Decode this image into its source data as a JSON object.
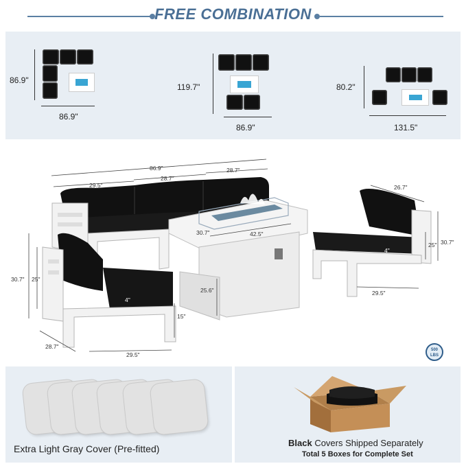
{
  "header": {
    "title": "FREE COMBINATION"
  },
  "combos": [
    {
      "height": "86.9\"",
      "width": "86.9\""
    },
    {
      "height": "119.7\"",
      "width": "86.9\""
    },
    {
      "height": "80.2\"",
      "width": "131.5\""
    }
  ],
  "dimensions": {
    "sofa_total_width": "86.9\"",
    "sofa_left": "29.5\"",
    "sofa_mid": "28.7\"",
    "sofa_right": "28.7\"",
    "chair_side_depth": "26.7\"",
    "chair_width": "29.5\"",
    "chair_height": "30.7\"",
    "chair_seat_height": "25\"",
    "cushion_thickness": "4\"",
    "table_width": "42.5\"",
    "table_depth": "30.7\"",
    "table_height": "25.6\"",
    "left_height": "30.7\"",
    "left_seat_height": "25\"",
    "left_depth": "28.7\"",
    "left_width": "29.5\"",
    "seat_clearance": "15\""
  },
  "badge": {
    "line1": "500",
    "line2": "LBS"
  },
  "bottom_left": {
    "caption": "Extra Light Gray Cover (Pre-fitted)"
  },
  "bottom_right": {
    "caption_bold": "Black",
    "caption_rest": " Covers Shipped Separately",
    "caption_line2": "Total 5 Boxes for Complete Set"
  },
  "colors": {
    "accent": "#4a6f95",
    "panel": "#e8eef4",
    "cushion": "#111111",
    "fire_glass": "#39a5d3"
  }
}
